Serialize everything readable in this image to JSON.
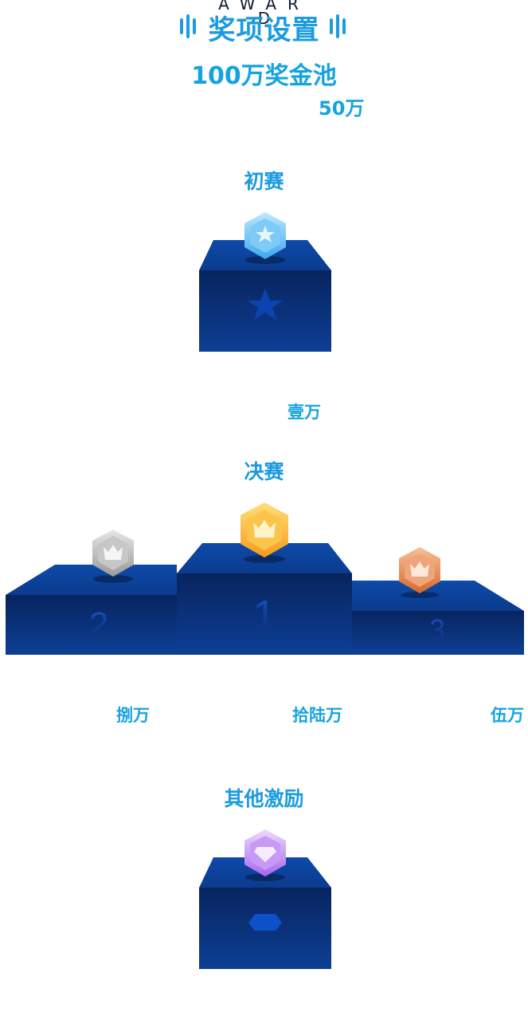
{
  "header": {
    "title": "奖项设置",
    "watermark_line1": "AWAR",
    "watermark_line2": "D"
  },
  "pool": {
    "total": "100万奖金池",
    "sub_amount": "50万"
  },
  "sections": {
    "preliminary": {
      "title": "初赛",
      "prize": "壹万",
      "medal_icon": "star-hexagon-icon",
      "podium_icon": "star-icon"
    },
    "final": {
      "title": "决赛",
      "places": [
        {
          "rank": "2",
          "prize": "捌万",
          "medal_icon": "silver-crown-hexagon-icon"
        },
        {
          "rank": "1",
          "prize": "拾陆万",
          "medal_icon": "gold-crown-hexagon-icon"
        },
        {
          "rank": "3",
          "prize": "伍万",
          "medal_icon": "bronze-crown-hexagon-icon"
        }
      ]
    },
    "other": {
      "title": "其他激励",
      "medal_icon": "diamond-hexagon-icon",
      "podium_icon": "gem-icon"
    }
  },
  "colors": {
    "accent": "#1b9be0",
    "podium_top": "#0b3d91",
    "podium_front": "#0a2c6e",
    "gold": "#f7b733",
    "silver": "#b8b8b8",
    "bronze": "#e08850",
    "purple": "#b57cf0"
  }
}
